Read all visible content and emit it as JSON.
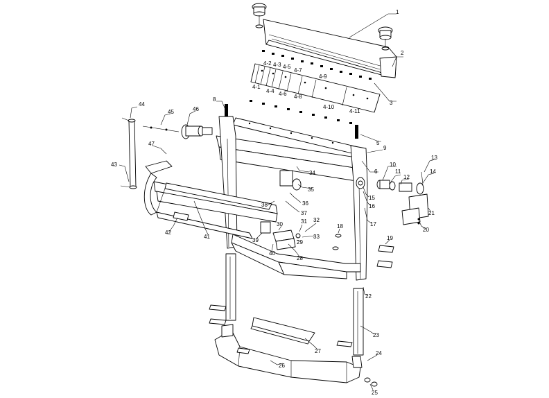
{
  "callouts": [
    {
      "id": "c1",
      "text": "1"
    },
    {
      "id": "c2",
      "text": "2"
    },
    {
      "id": "c3",
      "text": "3"
    },
    {
      "id": "c4_1",
      "text": "4-1"
    },
    {
      "id": "c4_2",
      "text": "4-2"
    },
    {
      "id": "c4_3",
      "text": "4-3"
    },
    {
      "id": "c4_4",
      "text": "4-4"
    },
    {
      "id": "c4_5",
      "text": "4-5"
    },
    {
      "id": "c4_6",
      "text": "4-6"
    },
    {
      "id": "c4_7",
      "text": "4-7"
    },
    {
      "id": "c4_8",
      "text": "4-8"
    },
    {
      "id": "c4_9",
      "text": "4-9"
    },
    {
      "id": "c4_10",
      "text": "4-10"
    },
    {
      "id": "c4_11",
      "text": "4-11"
    },
    {
      "id": "c5",
      "text": "5"
    },
    {
      "id": "c6",
      "text": "6"
    },
    {
      "id": "c8",
      "text": "8"
    },
    {
      "id": "c9",
      "text": "9"
    },
    {
      "id": "c10",
      "text": "10"
    },
    {
      "id": "c11",
      "text": "11"
    },
    {
      "id": "c12",
      "text": "12"
    },
    {
      "id": "c13",
      "text": "13"
    },
    {
      "id": "c14",
      "text": "14"
    },
    {
      "id": "c15",
      "text": "15"
    },
    {
      "id": "c16",
      "text": "16"
    },
    {
      "id": "c17",
      "text": "17"
    },
    {
      "id": "c18",
      "text": "18"
    },
    {
      "id": "c19",
      "text": "19"
    },
    {
      "id": "c20",
      "text": "20"
    },
    {
      "id": "c21",
      "text": "21"
    },
    {
      "id": "c22",
      "text": "22"
    },
    {
      "id": "c23",
      "text": "23"
    },
    {
      "id": "c24",
      "text": "24"
    },
    {
      "id": "c25",
      "text": "25"
    },
    {
      "id": "c26",
      "text": "26"
    },
    {
      "id": "c27",
      "text": "27"
    },
    {
      "id": "c28",
      "text": "28"
    },
    {
      "id": "c29",
      "text": "29"
    },
    {
      "id": "c30",
      "text": "30"
    },
    {
      "id": "c31",
      "text": "31"
    },
    {
      "id": "c32",
      "text": "32"
    },
    {
      "id": "c33",
      "text": "33"
    },
    {
      "id": "c34",
      "text": "34"
    },
    {
      "id": "c35",
      "text": "35"
    },
    {
      "id": "c36",
      "text": "36"
    },
    {
      "id": "c37",
      "text": "37"
    },
    {
      "id": "c38",
      "text": "38"
    },
    {
      "id": "c39",
      "text": "39"
    },
    {
      "id": "c40",
      "text": "40"
    },
    {
      "id": "c41",
      "text": "41"
    },
    {
      "id": "c42",
      "text": "42"
    },
    {
      "id": "c43",
      "text": "43"
    },
    {
      "id": "c44",
      "text": "44"
    },
    {
      "id": "c45",
      "text": "45"
    },
    {
      "id": "c46",
      "text": "46"
    },
    {
      "id": "c47",
      "text": "47"
    }
  ]
}
